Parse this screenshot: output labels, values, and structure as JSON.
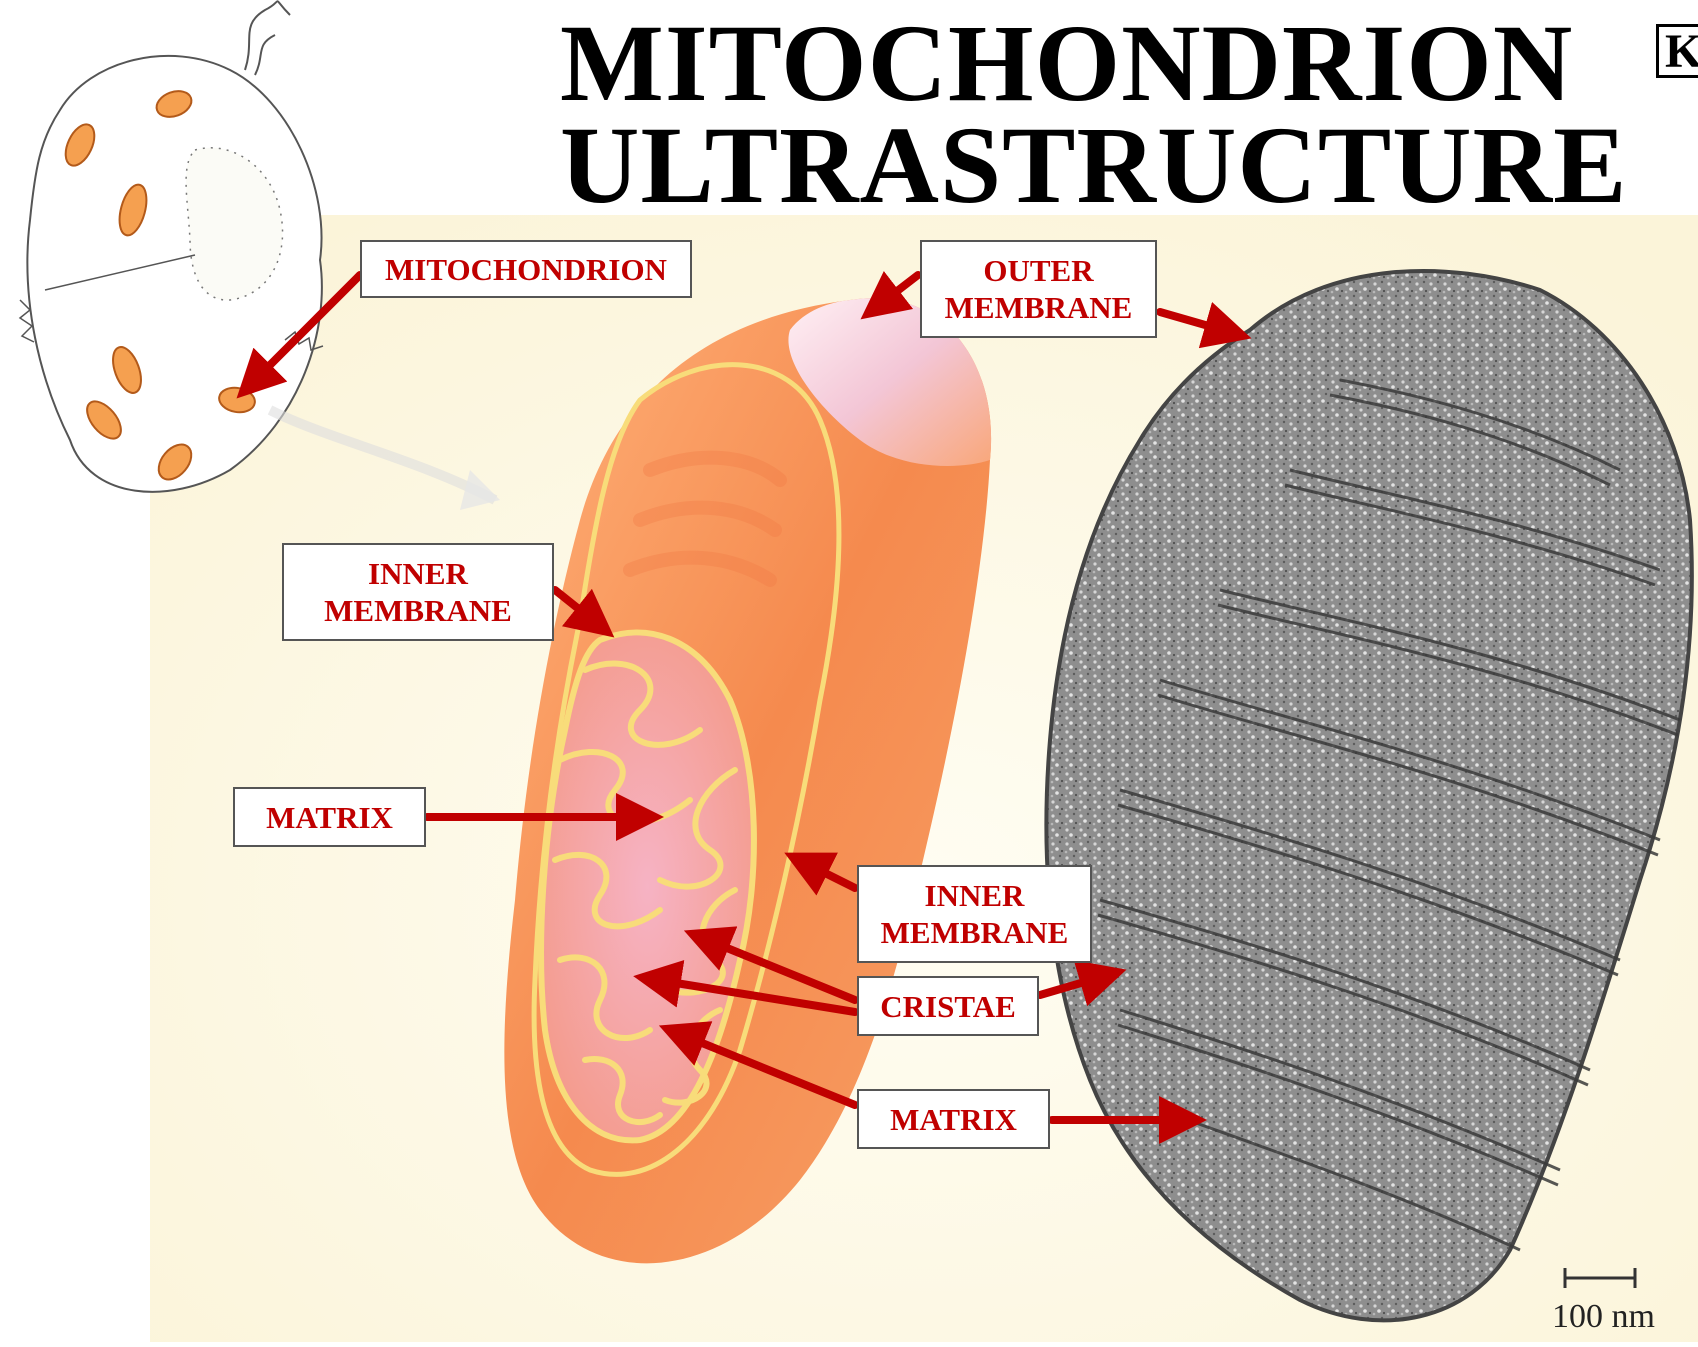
{
  "title": {
    "line1": "MITOCHONDRION",
    "line2": "ULTRASTRUCTURE"
  },
  "corner_badge": "K",
  "labels": {
    "mitochondrion": "MITOCHONDRION",
    "outer_membrane_line1": "OUTER",
    "outer_membrane_line2": "MEMBRANE",
    "inner_membrane_left_line1": "INNER",
    "inner_membrane_left_line2": "MEMBRANE",
    "matrix_left": "MATRIX",
    "inner_membrane_center_line1": "INNER",
    "inner_membrane_center_line2": "MEMBRANE",
    "cristae": "CRISTAE",
    "matrix_center": "MATRIX"
  },
  "scale_bar": {
    "text": "100 nm"
  },
  "colors": {
    "label_text": "#c00000",
    "arrow": "#c00000",
    "background_cream": "#fdf8e8",
    "mito_orange": "#f79a5c",
    "membrane_yellow": "#f8dc7a",
    "em_gray": "#8a8a8a"
  }
}
